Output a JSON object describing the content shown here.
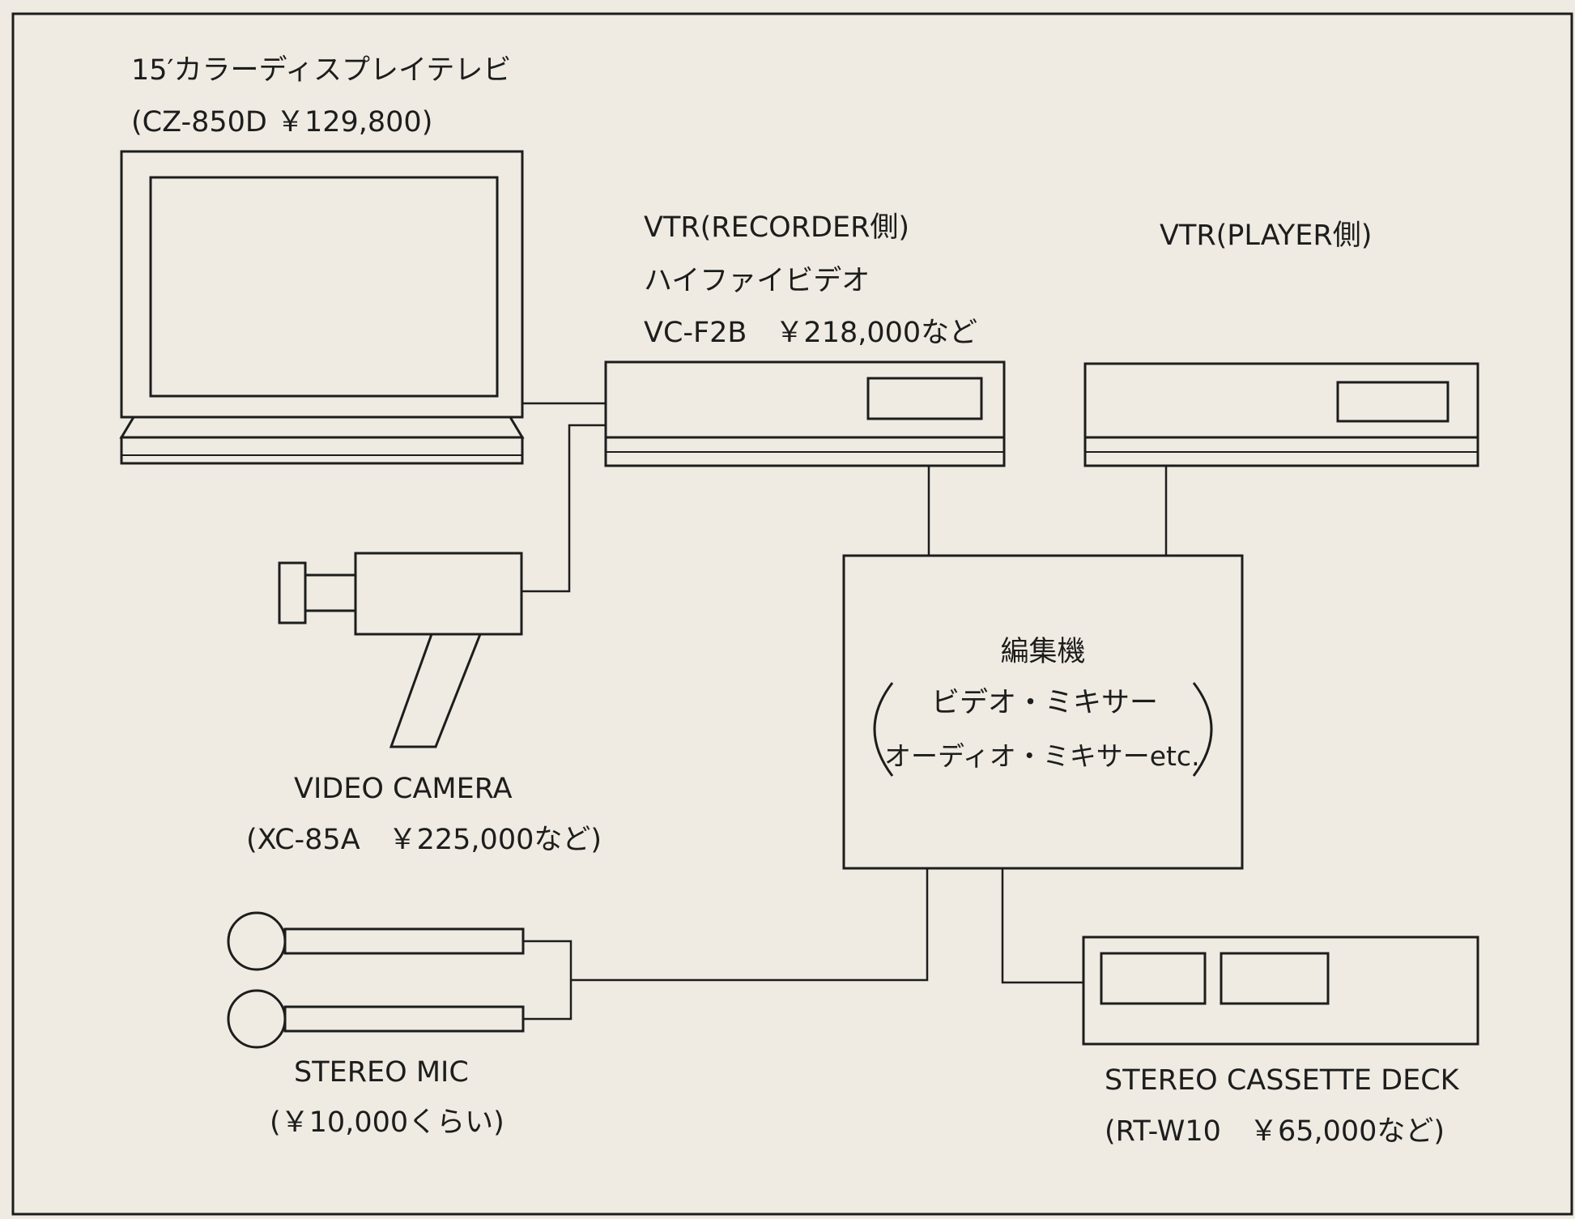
{
  "monitor": {
    "name": "15′カラーディスプレイテレビ",
    "model": "(CZ-850D ￥129,800)"
  },
  "vtr_recorder": {
    "title": "VTR(RECORDER側)",
    "type": "ハイファイビデオ",
    "model": "VC-F2B　￥218,000など"
  },
  "vtr_player": {
    "title": "VTR(PLAYER側)"
  },
  "video_camera": {
    "name": "VIDEO CAMERA",
    "model": "(XC-85A　￥225,000など)"
  },
  "editor": {
    "title": "編集機",
    "line1": "ビデオ・ミキサー",
    "line2": "オーディオ・ミキサーetc."
  },
  "stereo_mic": {
    "name": "STEREO MIC",
    "price": "(￥10,000くらい)"
  },
  "cassette_deck": {
    "name": "STEREO CASSETTE DECK",
    "model": "(RT-W10　￥65,000など)"
  },
  "colors": {
    "paper": "#efebe2",
    "ink": "#1d1d1d"
  }
}
